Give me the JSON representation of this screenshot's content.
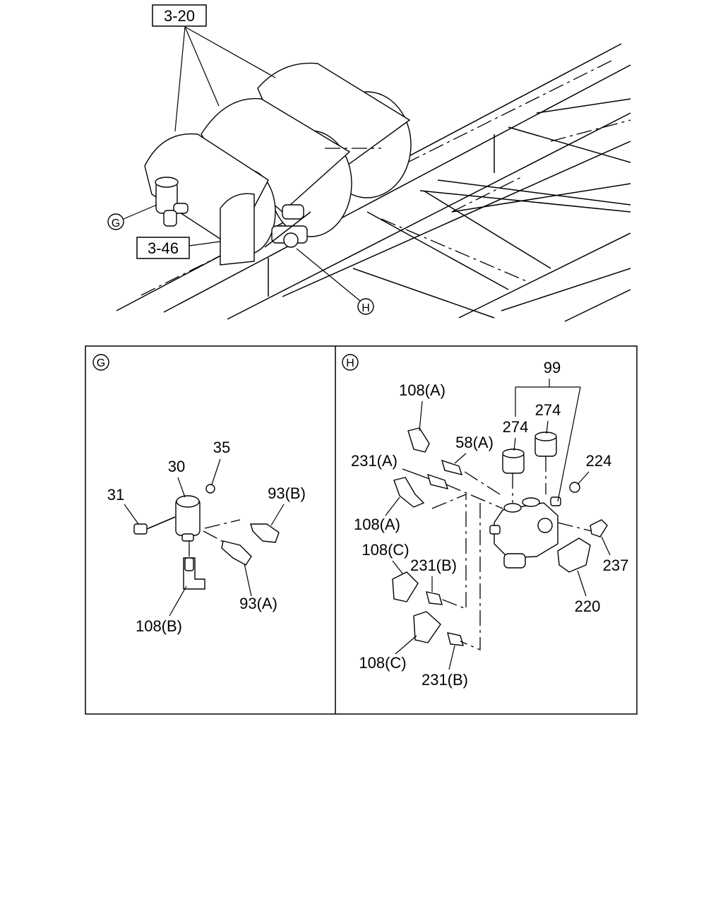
{
  "overview": {
    "ref_top": "3-20",
    "ref_side": "3-46",
    "callout_g": "G",
    "callout_h": "H"
  },
  "detail_g": {
    "marker": "G",
    "labels": [
      "35",
      "30",
      "31",
      "93(B)",
      "93(A)",
      "108(B)"
    ]
  },
  "detail_h": {
    "marker": "H",
    "labels": [
      "99",
      "108(A)",
      "274",
      "274",
      "58(A)",
      "231(A)",
      "224",
      "108(A)",
      "108(C)",
      "231(B)",
      "237",
      "220",
      "108(C)",
      "231(B)"
    ]
  }
}
